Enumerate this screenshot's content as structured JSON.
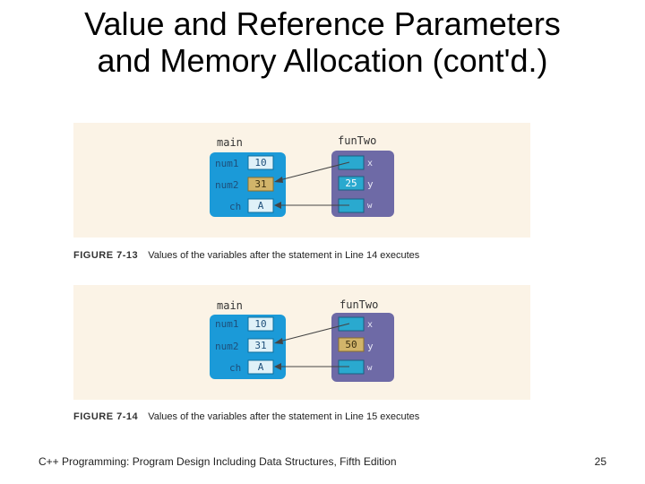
{
  "slide": {
    "title_line1": "Value and Reference Parameters",
    "title_line2": "and Memory Allocation (cont'd.)",
    "footer": "C++ Programming: Program Design Including Data Structures, Fifth Edition",
    "page_number": "25"
  },
  "figures": [
    {
      "label": "FIGURE 7-13",
      "caption": "Values of the variables after the statement in Line 14 executes",
      "main_title": "main",
      "fun_title": "funTwo",
      "main_vars": [
        {
          "name": "num1",
          "value": "10",
          "highlight": false
        },
        {
          "name": "num2",
          "value": "31",
          "highlight": true
        },
        {
          "name": "ch",
          "value": "A",
          "highlight": false
        }
      ],
      "fun_vars": [
        {
          "name": "x",
          "value": "",
          "highlight": false
        },
        {
          "name": "y",
          "value": "25",
          "highlight": false
        },
        {
          "name": "w",
          "value": "",
          "highlight": false
        }
      ]
    },
    {
      "label": "FIGURE 7-14",
      "caption": "Values of the variables after the statement in Line 15 executes",
      "main_title": "main",
      "fun_title": "funTwo",
      "main_vars": [
        {
          "name": "num1",
          "value": "10",
          "highlight": false
        },
        {
          "name": "num2",
          "value": "31",
          "highlight": false
        },
        {
          "name": "ch",
          "value": "A",
          "highlight": false
        }
      ],
      "fun_vars": [
        {
          "name": "x",
          "value": "",
          "highlight": false
        },
        {
          "name": "y",
          "value": "50",
          "highlight": true
        },
        {
          "name": "w",
          "value": "",
          "highlight": false
        }
      ]
    }
  ],
  "colors": {
    "panel_background": "#fbf3e6",
    "main_frame": "#1b9ad8",
    "fun_frame": "#6e6aa6",
    "cell_fill": "#2aa9cf",
    "cell_highlight": "#d1b46a",
    "value_box_fill": "#dff1f8",
    "pointer_line": "#444444"
  }
}
